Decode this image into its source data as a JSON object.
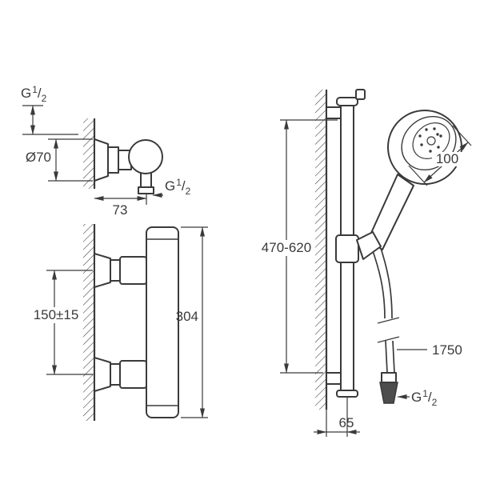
{
  "colors": {
    "background": "#ffffff",
    "line": "#3a3a3a",
    "dark_fitting": "#4d4d4d"
  },
  "shared": {
    "g_half": {
      "prefix": "G",
      "numerator": "1",
      "slash": "/",
      "denominator": "2"
    }
  },
  "views": {
    "mixer_connection_side": {
      "dimensions": {
        "escutcheon_diameter": "Ø70",
        "wall_projection": "73"
      }
    },
    "mixer_front": {
      "dimensions": {
        "inlet_center_distance": "150±15",
        "body_height": "304"
      }
    },
    "shower_rail_set": {
      "dimensions": {
        "head_diameter": "100",
        "rail_height_range": "470-620",
        "hose_length": "1750",
        "wall_to_rail_center": "65"
      }
    }
  }
}
